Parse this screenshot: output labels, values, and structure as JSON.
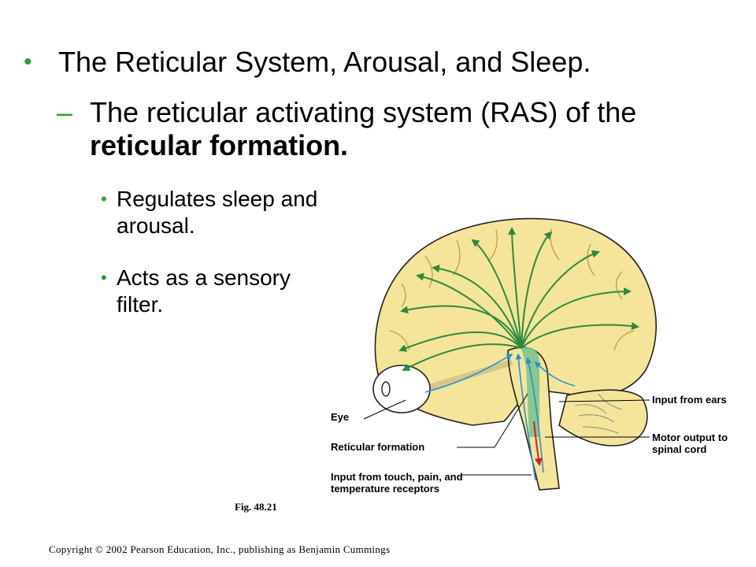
{
  "slide": {
    "heading": "The Reticular System, Arousal, and Sleep.",
    "subheading_prefix": "The reticular activating system (RAS) of the ",
    "subheading_bold": "reticular formation.",
    "points": [
      "Regulates sleep and arousal.",
      "Acts as a sensory filter."
    ],
    "bullet_char": "•",
    "dash_char": "–"
  },
  "figure": {
    "label": "Fig. 48.21",
    "labels": {
      "eye": "Eye",
      "reticular_formation": "Reticular formation",
      "input_touch": "Input from touch, pain, and temperature receptors",
      "input_ears": "Input from ears",
      "motor_output": "Motor output to spinal cord"
    }
  },
  "footer": {
    "copyright": "Copyright © 2002 Pearson Education, Inc., publishing as Benjamin Cummings"
  },
  "colors": {
    "bullet": "#2a9d3a",
    "brain_fill": "#f5e59a",
    "arrow_green": "#2b8a3e",
    "arrow_blue": "#2a8fd6",
    "arrow_red": "#d62020"
  }
}
